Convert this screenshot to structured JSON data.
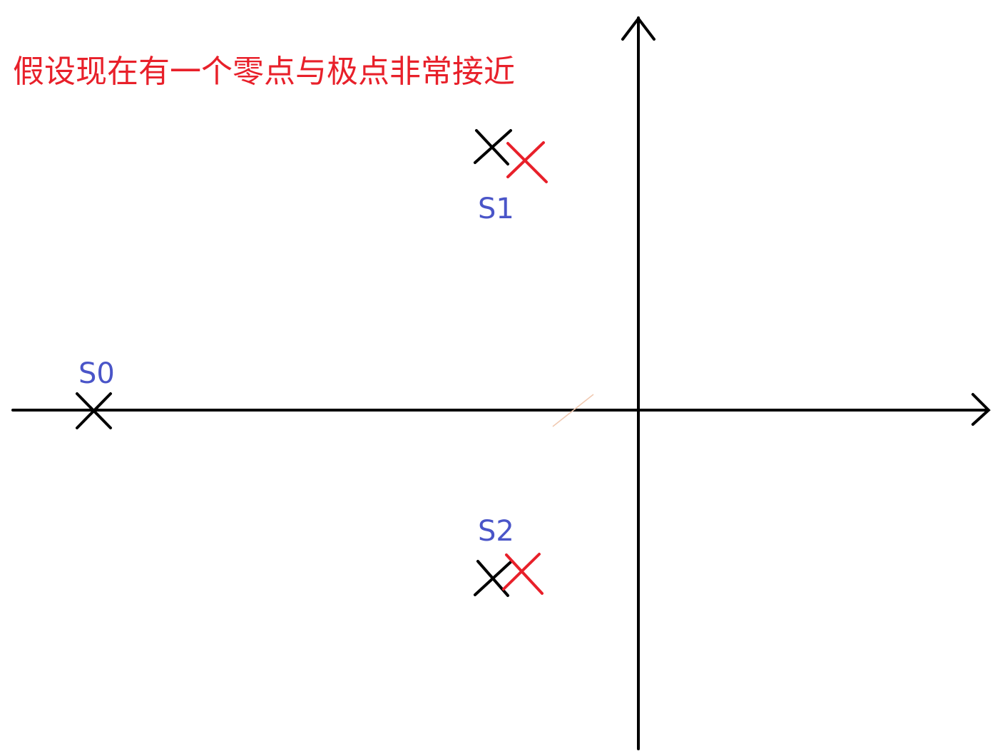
{
  "title": "假设现在有一个零点与极点非常接近",
  "labels": {
    "s0": "S0",
    "s1": "S1",
    "s2": "S2"
  },
  "colors": {
    "axis": "#000000",
    "pole_marker": "#000000",
    "zero_marker": "#e8202a",
    "title": "#e8202a",
    "label": "#4a55c8"
  },
  "marker_icon": "cross-mark-icon"
}
